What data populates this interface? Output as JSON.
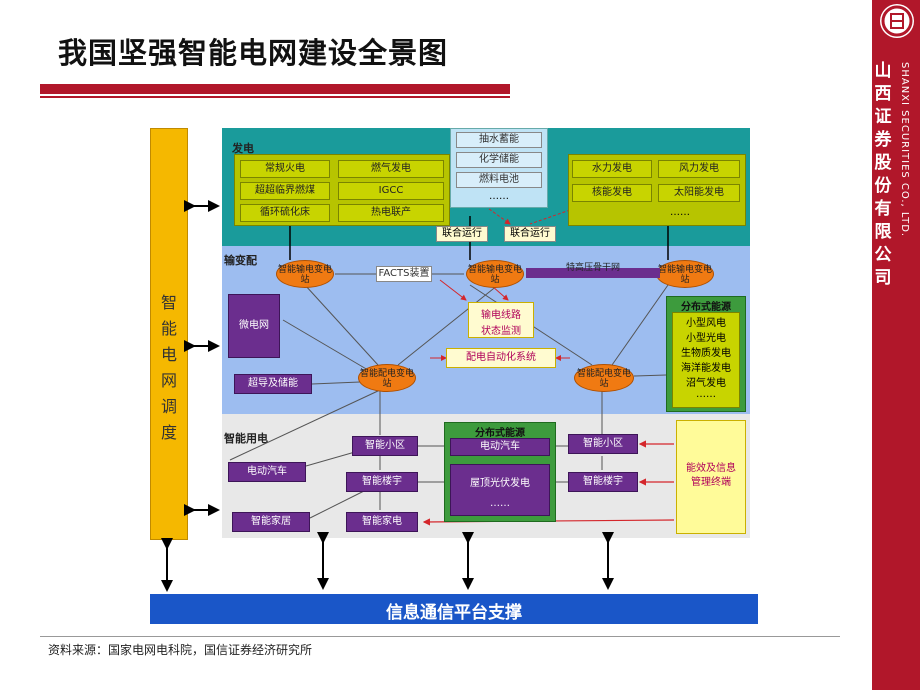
{
  "header": {
    "title": "我国坚强智能电网建设全景图"
  },
  "brand": {
    "name_cn": "山西证券股份有限公司",
    "name_en": "SHANXI SECURITIES CO., LTD.",
    "color": "#b1172a"
  },
  "footer": {
    "source": "资料来源：国家电网电科院，国信证券经济研究所"
  },
  "diagram": {
    "dispatch": "智能电网调度",
    "sections": {
      "generation": "发电",
      "transmission": "输变配",
      "consumption": "智能用电"
    },
    "storage": [
      "抽水蓄能",
      "化学储能",
      "燃料电池",
      "……"
    ],
    "gen_left": [
      "常规火电",
      "超超临界燃煤",
      "循环硫化床",
      "燃气发电",
      "IGCC",
      "热电联产"
    ],
    "gen_right": [
      "水力发电",
      "风力发电",
      "核能发电",
      "太阳能发电",
      "……"
    ],
    "joint_op": "联合运行",
    "transmission": {
      "substation": "智能输电变电站",
      "facts": "FACTS装置",
      "uhv": "特高压骨干网",
      "monitor": [
        "输电线路",
        "状态监测"
      ],
      "automation": "配电自动化系统",
      "distribution": "智能配电变电站",
      "microgrid": "微电网",
      "superconducting": "超导及储能",
      "distributed_title": "分布式能源",
      "distributed": [
        "小型风电",
        "小型光电",
        "生物质发电",
        "海洋能发电",
        "沼气发电",
        "……"
      ]
    },
    "consumption": {
      "community": "智能小区",
      "building": "智能楼宇",
      "home": "智能家居",
      "appliance": "智能家电",
      "ev": "电动汽车",
      "distributed_title": "分布式能源",
      "ev_center": "电动汽车",
      "pv": "屋顶光伏发电",
      "dots": "……",
      "terminal": "能效及信息管理终端"
    },
    "platform": "信息通信平台支撑"
  }
}
